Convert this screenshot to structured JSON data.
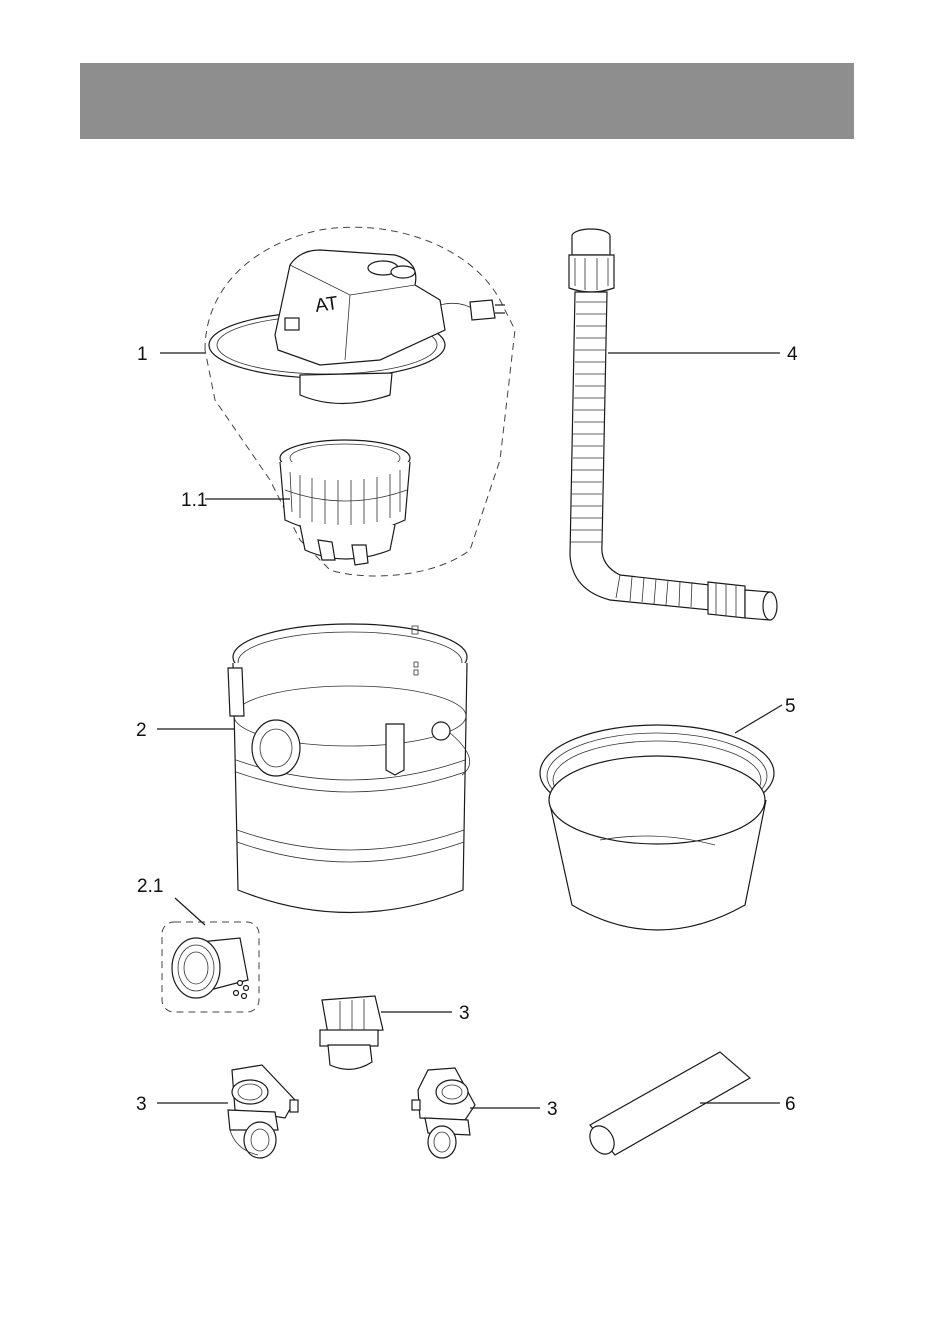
{
  "header": {
    "color": "#8e8e8e"
  },
  "callouts": {
    "part_1": "1",
    "part_1_1": "1.1",
    "part_2": "2",
    "part_2_1": "2.1",
    "part_3_top": "3",
    "part_3_left": "3",
    "part_3_right": "3",
    "part_4": "4",
    "part_5": "5",
    "part_6": "6"
  },
  "lid_marking": "AT",
  "parts": [
    {
      "id": "1",
      "icon": "lid-motor-head-icon"
    },
    {
      "id": "1.1",
      "icon": "cartridge-filter-icon"
    },
    {
      "id": "2",
      "icon": "drum-container-icon"
    },
    {
      "id": "2.1",
      "icon": "hose-connector-icon"
    },
    {
      "id": "3",
      "icon": "castor-wheel-icon"
    },
    {
      "id": "4",
      "icon": "flexible-hose-icon"
    },
    {
      "id": "5",
      "icon": "pre-filter-basket-icon"
    },
    {
      "id": "6",
      "icon": "extension-tube-icon"
    }
  ]
}
